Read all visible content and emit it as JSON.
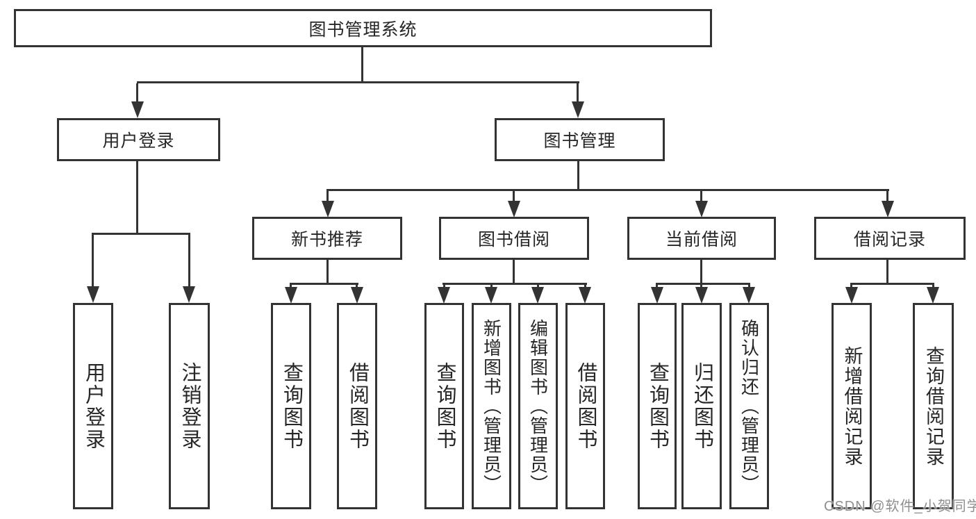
{
  "diagram": {
    "root_label": "图书管理系统",
    "level2": [
      {
        "label": "用户登录",
        "children": [
          "用户登录",
          "注销登录"
        ]
      },
      {
        "label": "图书管理"
      }
    ],
    "level3": [
      {
        "label": "新书推荐",
        "children": [
          "查询图书",
          "借阅图书"
        ]
      },
      {
        "label": "图书借阅",
        "children": [
          "查询图书",
          "新增图书（管理员）",
          "编辑图书（管理员）",
          "借阅图书"
        ]
      },
      {
        "label": "当前借阅",
        "children": [
          "查询图书",
          "归还图书",
          "确认归还（管理员）"
        ]
      },
      {
        "label": "借阅记录",
        "children": [
          "新增借阅记录",
          "查询借阅记录"
        ]
      }
    ]
  },
  "watermark": {
    "text": "CSDN @软件_小贺同学",
    "color": "#8f8f8f"
  },
  "colors": {
    "line": "#333333",
    "text": "#262626",
    "background": "#ffffff"
  }
}
